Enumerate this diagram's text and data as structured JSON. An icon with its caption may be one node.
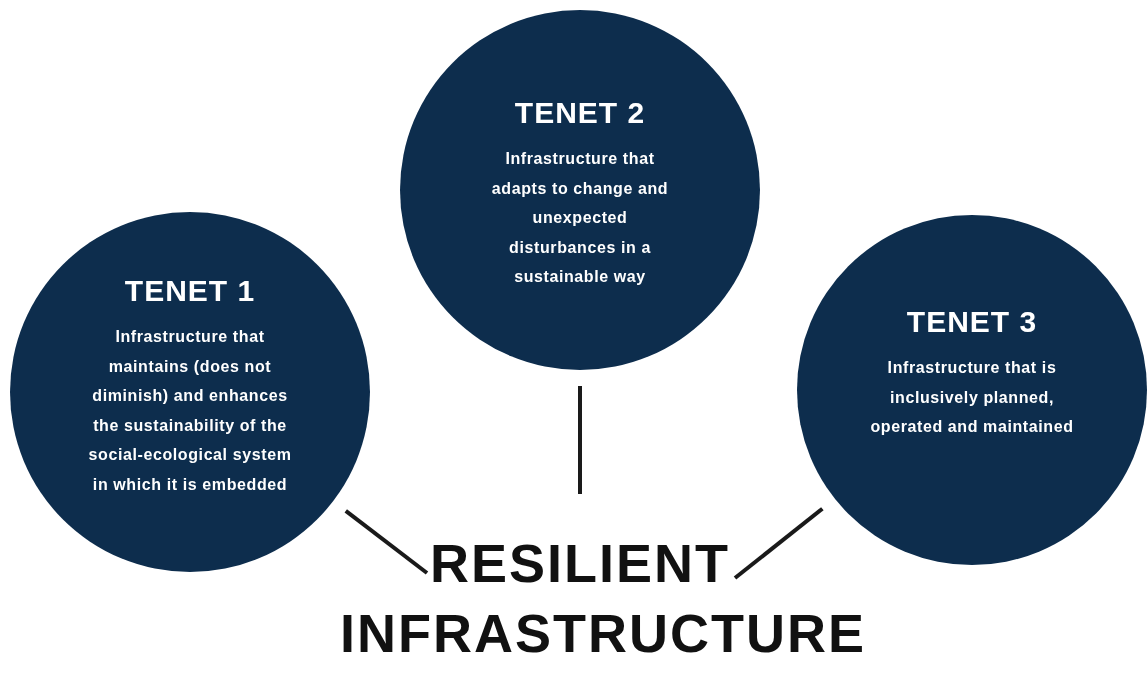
{
  "diagram": {
    "nodes": [
      {
        "text": [
          "TENET 1",
          "Infrastructure that maintains (does not diminish) and enhances the sustainability of the social-ecological system in which it is embedded"
        ]
      },
      {
        "text": [
          "TENET 2",
          "Infrastructure that adapts to change and unexpected disturbances in a sustainable way"
        ]
      },
      {
        "text": [
          "TENET 3",
          "Infrastructure that is inclusively planned, operated and maintained"
        ]
      },
      {
        "text": [
          "RESILIENT INFRASTRUCTURE"
        ]
      }
    ],
    "edges": [
      {
        "from": 0,
        "to": 3,
        "arrow": "none"
      },
      {
        "from": 1,
        "to": 3,
        "arrow": "none"
      },
      {
        "from": 2,
        "to": 3,
        "arrow": "none"
      }
    ]
  }
}
